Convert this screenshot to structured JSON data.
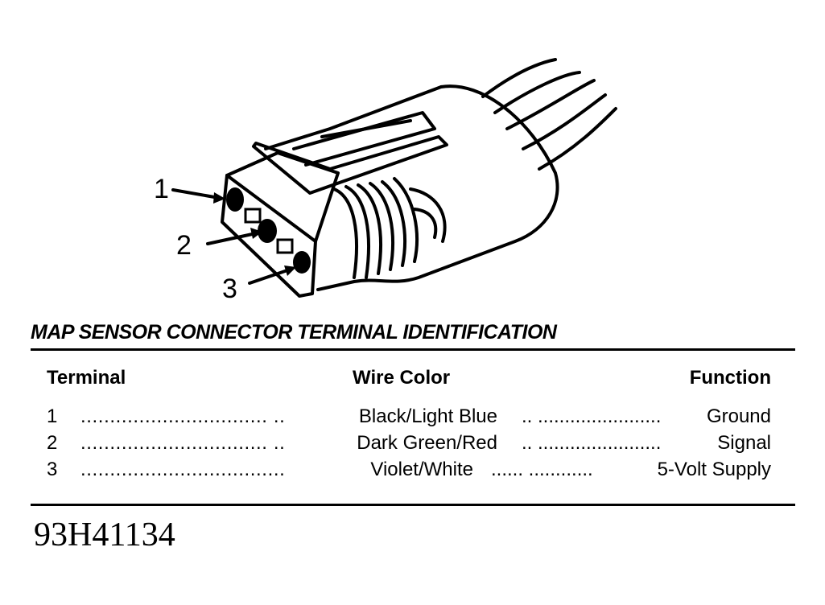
{
  "callouts": [
    "1",
    "2",
    "3"
  ],
  "title": "MAP SENSOR CONNECTOR TERMINAL IDENTIFICATION",
  "table": {
    "headers": {
      "terminal": "Terminal",
      "wire_color": "Wire Color",
      "function": "Function"
    },
    "rows": [
      {
        "terminal": "1",
        "leader_a": "................................ ..",
        "wire_color": "Black/Light Blue",
        "leader_b": ".. .......................",
        "function": "Ground"
      },
      {
        "terminal": "2",
        "leader_a": "................................ ..",
        "wire_color": "Dark Green/Red",
        "leader_b": ".. .......................",
        "function": "Signal"
      },
      {
        "terminal": "3",
        "leader_a": "...................................",
        "wire_color": "Violet/White",
        "leader_b": "...... ............",
        "function": "5-Volt Supply"
      }
    ]
  },
  "figure_id": "93H41134"
}
